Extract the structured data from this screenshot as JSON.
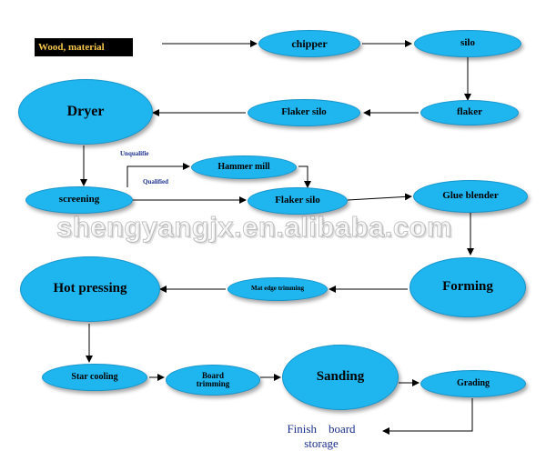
{
  "start": "Wood, material",
  "nodes": {
    "chipper": "chipper",
    "silo": "silo",
    "flaker": "flaker",
    "flaker_silo_1": "Flaker silo",
    "dryer": "Dryer",
    "screening": "screening",
    "hammer_mill": "Hammer mill",
    "flaker_silo_2": "Flaker silo",
    "glue_blender": "Glue blender",
    "forming": "Forming",
    "mat_edge_trimming": "Mat edge trimming",
    "hot_pressing": "Hot pressing",
    "star_cooling": "Star cooling",
    "board_trimming": "Board\ntrimming",
    "sanding": "Sanding",
    "grading": "Grading"
  },
  "edge_labels": {
    "unqualified": "Unqualifie",
    "qualified": "Qualified"
  },
  "finish": "Finish    board\nstorage",
  "watermark": "shengyangjx.en.alibaba.com",
  "colors": {
    "node_fill": "#1fb5ef",
    "start_bg": "#000000",
    "start_text": "#f6c64a",
    "label_text": "#1b2f8e",
    "line": "#000000"
  }
}
